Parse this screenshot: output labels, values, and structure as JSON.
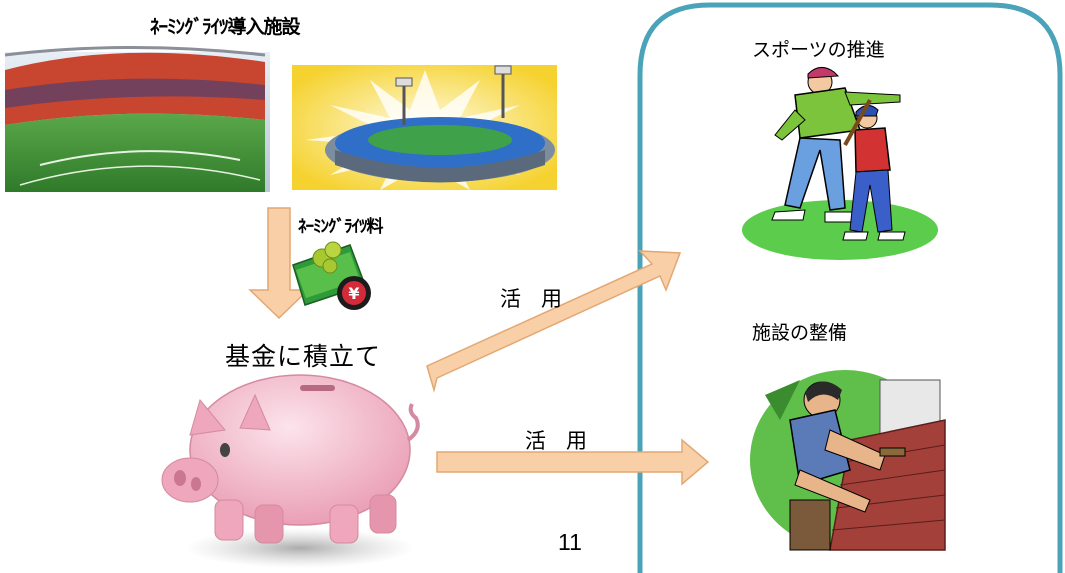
{
  "facilities_title": "ﾈｰﾐﾝｸﾞﾗｲﾂ導入施設",
  "naming_fee_label": "ﾈｰﾐﾝｸﾞﾗｲﾂ料",
  "fund_label": "基金に積立て",
  "usage_label_upper": "活用",
  "usage_label_lower": "活用",
  "goals": [
    {
      "label": "スポーツの推進"
    },
    {
      "label": "施設の整備"
    }
  ],
  "page_number": "11",
  "colors": {
    "arrow_fill": "#f9cfa8",
    "arrow_stroke": "#e3a772",
    "panel_border": "#4aa3b8",
    "pig": "#f0b6c6"
  }
}
